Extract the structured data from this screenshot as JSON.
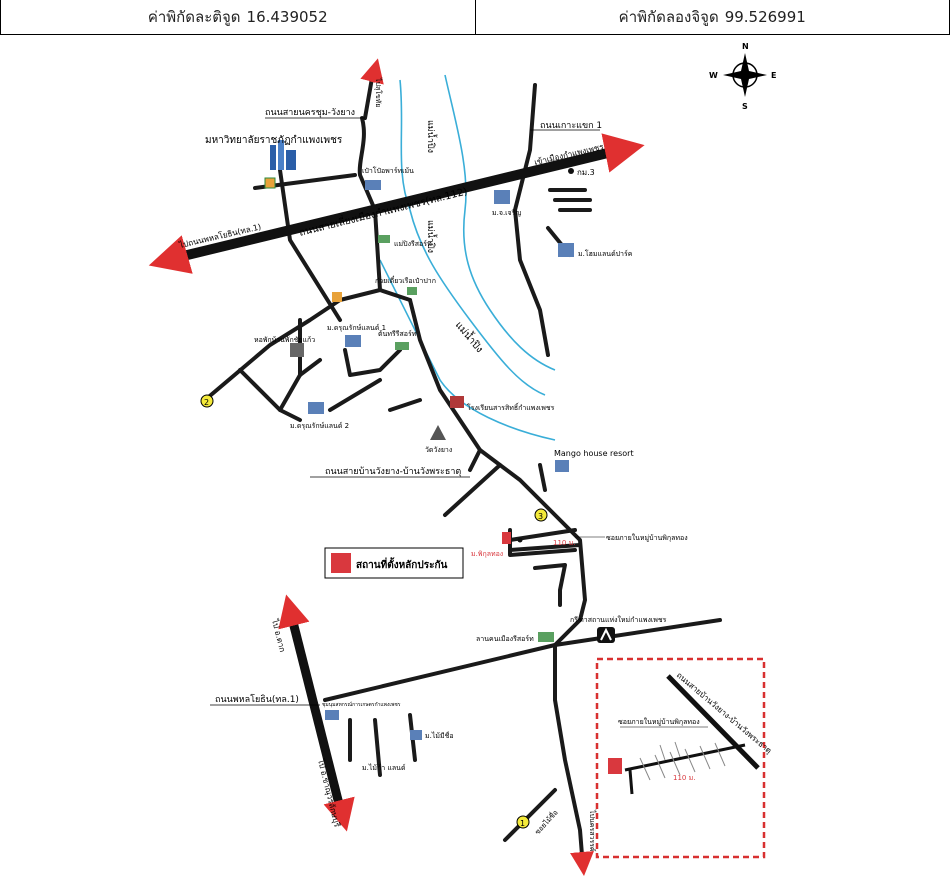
{
  "coordinates": {
    "lat_label": "ค่าพิกัดละติจูด",
    "lat_value": "16.439052",
    "lon_label": "ค่าพิกัดลองจิจูด",
    "lon_value": "99.526991"
  },
  "compass": {
    "n": "N",
    "s": "S",
    "e": "E",
    "w": "W"
  },
  "roads": {
    "sai_nakhon_chum": "ถนนสายนครชุม-วังยาง",
    "ko_khaek": "ถนนเกาะแขก 1",
    "bypass": "ถนนสายเลี่ยงเมืองกำแพงเพชร(ทล.112)",
    "to_phahon": "ไปถนนพหลโยธิน(ทล.1)",
    "to_city": "เข้าเมืองกำแพงเพชร",
    "km3": "กม.3",
    "wang_yang_phrathat": "ถนนสายบ้านวังยาง-บ้านวังพระธาตุ",
    "phahon": "ถนนพหลโยธิน(ทล.1)",
    "to_tak": "ไป อ.ตาก",
    "to_khanu": "ไป อ.ขาณุวรลักษบุรี",
    "to_sukhothai": "ไปสุโขทัย",
    "to_nakhonsawan": "ไปนครสวรรค์",
    "moo_ban_phikun": "ซอยภายในหมู่บ้านพิกุลทอง",
    "inset_road": "ถนนสายบ้านวังยาง-บ้านวังพระธาตุ",
    "inset_soi": "ซอยภายในหมู่บ้านพิกุลทอง",
    "mae_mai_sue": "ซอยไม้ซื่อ"
  },
  "river": {
    "label_top": "แม่น้ำปิง",
    "label_mid": "แม่น้ำปิง",
    "label_low": "แม่น้ำปิง"
  },
  "places": {
    "university": "มหาวิทยาลัยราชภัฏกำแพงเพชร",
    "big_c": "เป๋าโป๋อพาร์ทเม้น",
    "mae_ping_resort": "แม่ปิงรีสอร์ท",
    "kuay_tiew": "ก๋วยเตี๋ยวเรือเป๋าปาก",
    "jerin": "ม.จ.เจริญ",
    "home_park": "ม.โฮมแลนด์ปาร์ค",
    "khurarat_1": "ม.ดรุณรักษ์แลนด์ 1",
    "tonkhai": "ต้นทรีรีสอร์ท",
    "hor_phak": "หอพักบ้านพักชัยแก้ว",
    "khurarat_2": "ม.ดรุณรักษ์แลนด์ 2",
    "school": "โรงเรียนสารสิทธิ์กำแพงเพชร",
    "wat": "วัดวังยาง",
    "mango": "Mango house resort",
    "phikun_thong": "ม.พิกุลทอง",
    "distance": "110 ม.",
    "inset_distance": "110 ม.",
    "camp": "กรีฑาสถานแห่งใหม่กำแพงเพชร",
    "lan_thong": "ลานคนเมืองรีสอร์ท",
    "phahon_unit": "ชุมนุมสหกรณ์การเกษตรกำแพงเพชร",
    "mai_mi_sue": "ม.ไม้มีชื่อ",
    "mai_ka": "ม.ไม้ก้า แลนด์"
  },
  "legend": {
    "label": "สถานที่ตั้งหลักประกัน"
  },
  "markers": {
    "m1": "1",
    "m2": "2",
    "m3": "3"
  },
  "colors": {
    "road": "#1a1a1a",
    "bypass": "#111111",
    "river": "#3aaed8",
    "arrow": "#e03030",
    "collateral": "#d9383e",
    "marker": "#f4ea3a",
    "inset_border": "#d83030"
  }
}
